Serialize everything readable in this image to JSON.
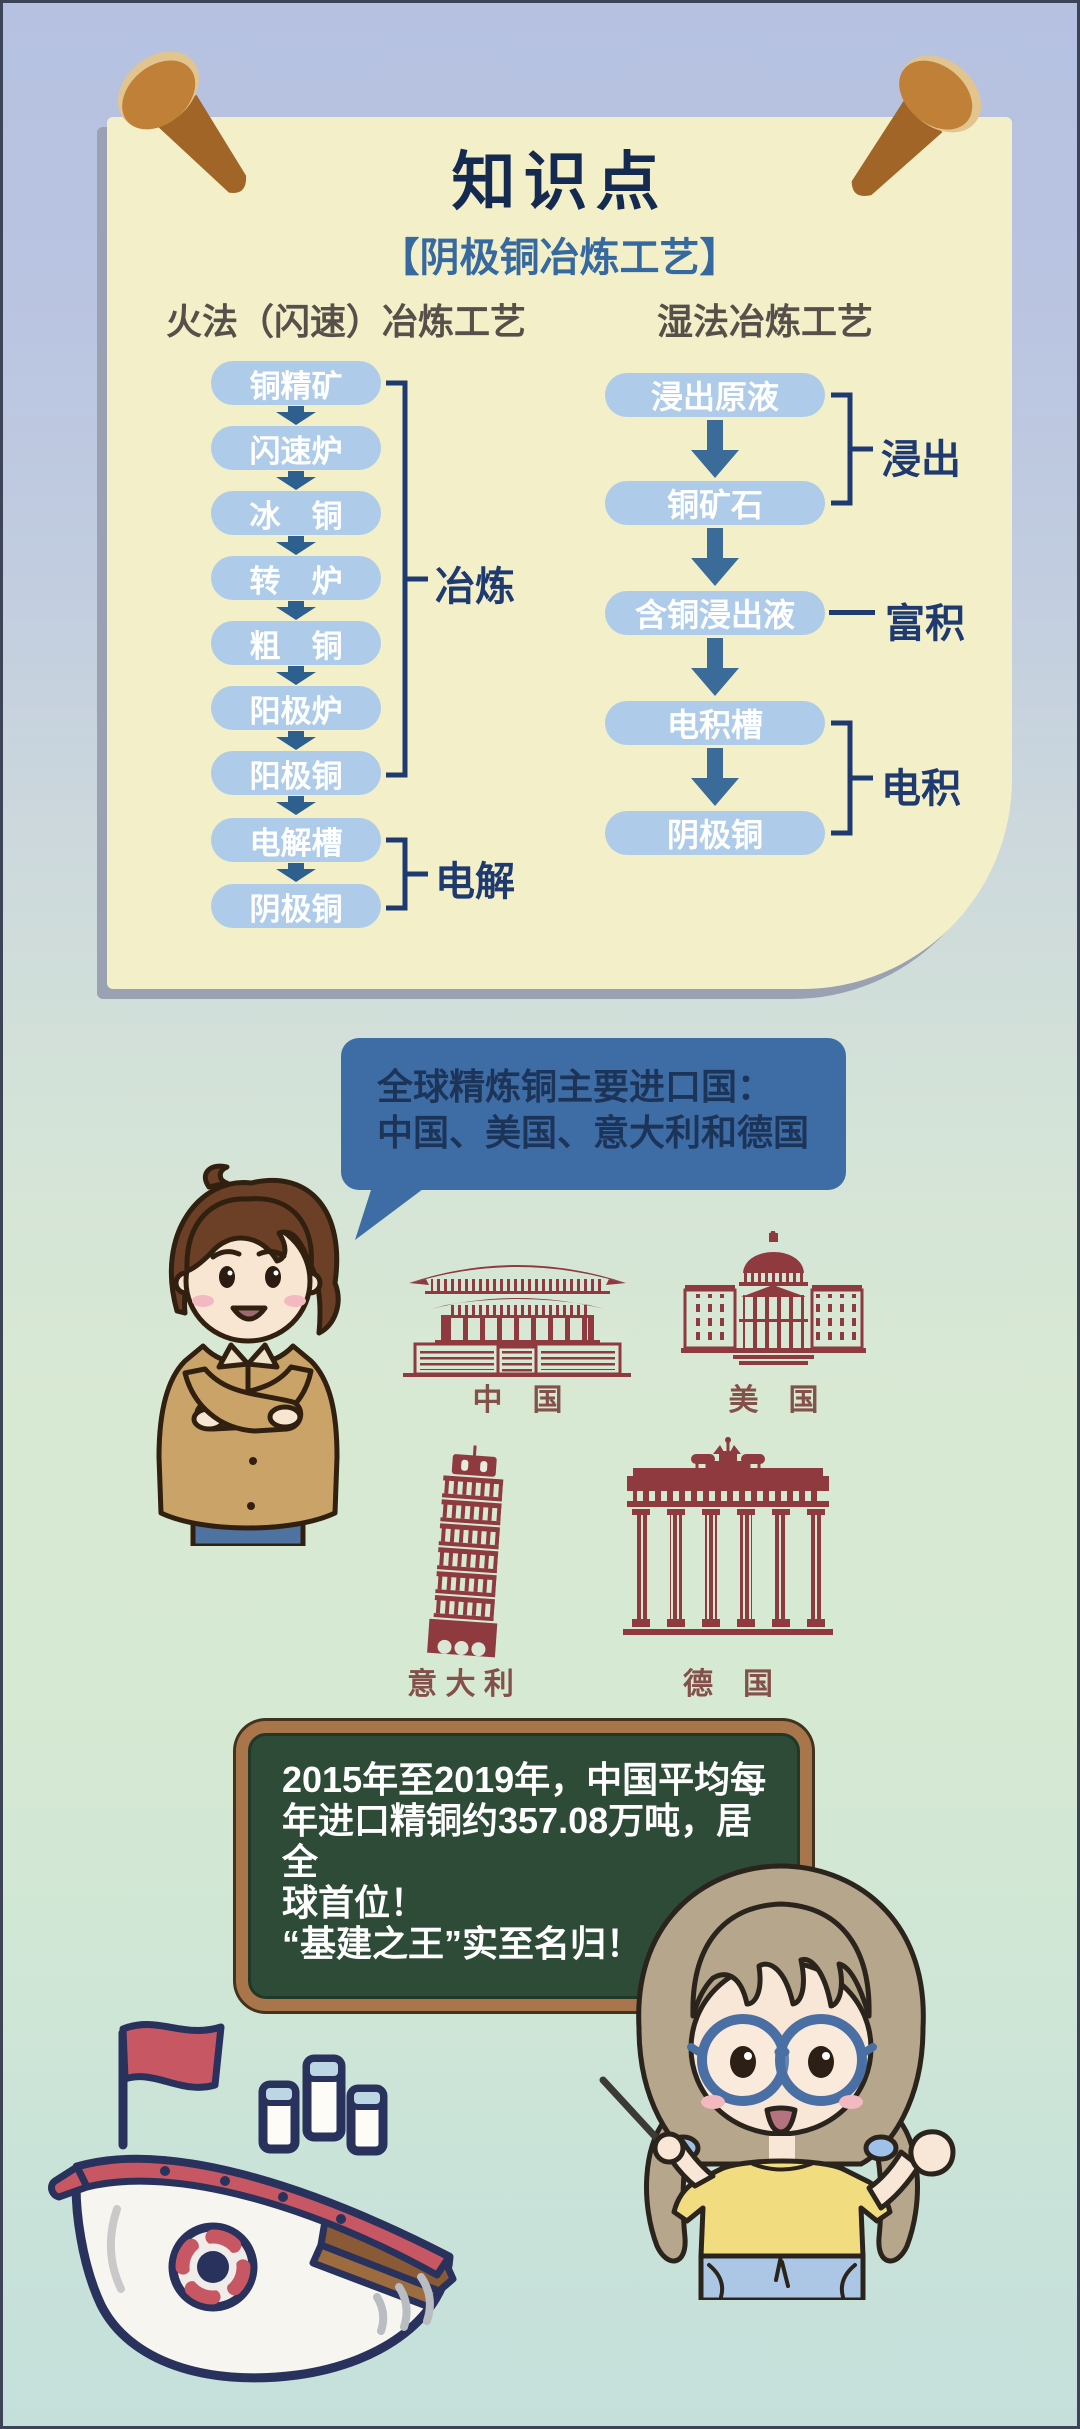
{
  "colors": {
    "background_top": "#b6c1e1",
    "background_bottom": "#c5e0db",
    "card": "#f3f0c9",
    "card_shadow": "#99a1b3",
    "flow_box_blue": "#aeccea",
    "arrow_small": "#2e608f",
    "arrow_thick": "#3a6b99",
    "bracket_navy": "#1e3a70",
    "title_navy": "#152a50",
    "subtitle_blue": "#35699f",
    "header_grey": "#57504a",
    "bubble_blue": "#3e6da6",
    "bubble_text": "#1d3459",
    "building_maroon": "#8e3a3e",
    "country_label": "#84504a",
    "board_green": "#2e4b37",
    "board_frame": "#a8764a",
    "board_text": "#ffffff"
  },
  "card": {
    "title": "知识点",
    "subtitle": "【阴极铜冶炼工艺】",
    "fire": {
      "header": "火法（闪速）冶炼工艺",
      "steps": [
        "铜精矿",
        "闪速炉",
        "冰　铜",
        "转　炉",
        "粗　铜",
        "阳极炉",
        "阳极铜",
        "电解槽",
        "阴极铜"
      ],
      "bracket_smelt": "冶炼",
      "bracket_electrolysis": "电解"
    },
    "wet": {
      "header": "湿法冶炼工艺",
      "steps": [
        "浸出原液",
        "铜矿石",
        "含铜浸出液",
        "电积槽",
        "阴极铜"
      ],
      "bracket_leach": "浸出",
      "label_enrich": "富积",
      "bracket_ew": "电积"
    }
  },
  "bubble": {
    "line1": "全球精炼铜主要进口国：",
    "line2": "中国、美国、意大利和德国"
  },
  "countries": {
    "china": "中　国",
    "usa": "美　国",
    "italy": "意 大 利",
    "germany": "德　国"
  },
  "board": {
    "line1": "2015年至2019年，中国平均每",
    "line2": "年进口精铜约357.08万吨，居全",
    "line3": "球首位！",
    "line4": "“基建之王”实至名归！"
  }
}
